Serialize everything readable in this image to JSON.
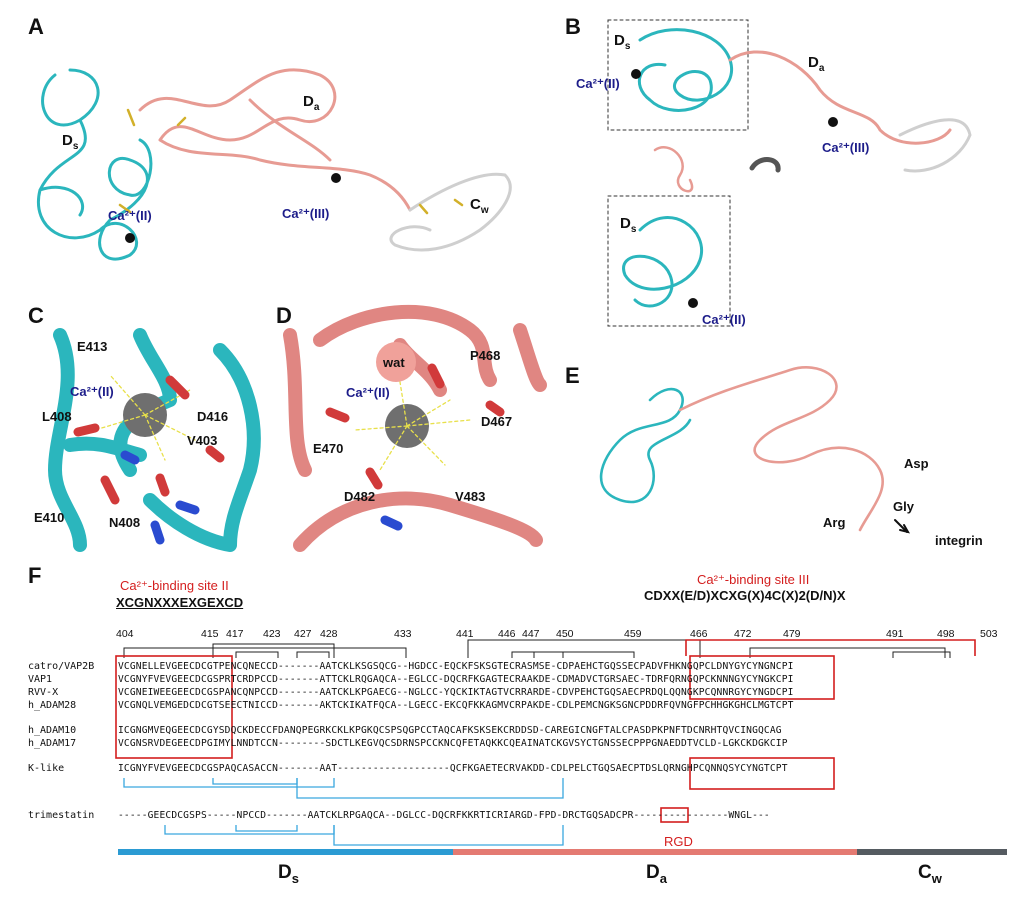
{
  "panels": {
    "A": {
      "letter": "A",
      "Ds": "D",
      "Ds_sub": "s",
      "Da": "D",
      "Da_sub": "a",
      "Cw": "C",
      "Cw_sub": "w",
      "ca2": "Ca²⁺(II)",
      "ca3": "Ca²⁺(III)"
    },
    "B": {
      "letter": "B",
      "Ds": "D",
      "Ds_sub": "s",
      "Da": "D",
      "Da_sub": "a",
      "Ds2": "D",
      "Ds2_sub": "s",
      "ca2": "Ca²⁺(II)",
      "ca3": "Ca²⁺(III)",
      "ca2b": "Ca²⁺(II)"
    },
    "C": {
      "letter": "C",
      "ca2": "Ca²⁺(II)",
      "residues": [
        "E413",
        "L408",
        "D416",
        "V403",
        "E410",
        "N408"
      ]
    },
    "D": {
      "letter": "D",
      "wat": "wat",
      "ca2": "Ca²⁺(II)",
      "residues": [
        "P468",
        "D467",
        "E470",
        "D482",
        "V483"
      ]
    },
    "E": {
      "letter": "E",
      "asp": "Asp",
      "gly": "Gly",
      "arg": "Arg",
      "integrin": "integrin"
    },
    "F": {
      "letter": "F",
      "site2_title": "Ca²⁺-binding site II",
      "site2_motif": "XCGNXXXEXGEXCD",
      "site3_title": "Ca²⁺-binding site III",
      "site3_motif": "CDXX(E/D)XCXG(X)4C(X)2(D/N)X",
      "positions": [
        "404",
        "415",
        "417",
        "423",
        "427",
        "428",
        "433",
        "441",
        "446",
        "447",
        "450",
        "459",
        "466",
        "472",
        "479",
        "491",
        "498",
        "503"
      ],
      "sequences": [
        {
          "name": "catro/VAP2B",
          "seq": "VCGNELLEVGEECDCGTPENCQNECCD-------AATCKLKSGSQCG--HGDCC-EQCKFSKSGTECRASMSE-CDPAEHCTGQSSECPADVFHKNGQPCLDNYGYCYNGNCPI"
        },
        {
          "name": "VAP1",
          "seq": "VCGNYFVEVGEECDCGSPRTCRDPCCD-------ATTCKLRQGAQCA--EGLCC-DQCRFKGAGTECRAAKDE-CDMADVCTGRSAEC-TDRFQRNGQPCKNNNGYCYNGKCPI"
        },
        {
          "name": "RVV-X",
          "seq": "VCGNEIWEEGEECDCGSPANCQNPCCD-------AATCKLKPGAECG--NGLCC-YQCKIKTAGTVCRRARDE-CDVPEHCTGQSAECPRDQLQQNGKPCQNNRGYCYNGDCPI"
        },
        {
          "name": "h_ADAM28",
          "seq": "VCGNQLVEMGEDCDCGTSEECTNICCD-------AKTCKIKATFQCA--LGECC-EKCQFKKAGMVCRPAKDE-CDLPEMCNGKSGNCPDDRFQVNGFPCHHGKGHCLMGTCPT"
        },
        {
          "name": "h_ADAM10",
          "seq": "ICGNGMVEQGEECDCGYSDQCKDECCFDANQPEGRKCKLKPGKQCSPSQGPCCTAQCAFKSKSEKCRDDSD-CAREGICNGFTALCPASDPKPNFTDCNRHTQVCINGQCAG"
        },
        {
          "name": "h_ADAM17",
          "seq": "VCGNSRVDEGEECDPGIMYLNNDTCCN--------SDCTLKEGVQCSDRNSPCCKNCQFETAQKKCQEAINATCKGVSYCTGNSSECPPPGNAEDDTVCLD-LGKCKDGKCIP"
        },
        {
          "name": "K-like",
          "seq": "ICGNYFVEVGEECDCGSPAQCASACCN-------AAT-------------------QCFKGAETECRVAKDD-CDLPELCTGQSAECPTDSLQRNGHPCQNNQSYCYNGTCPT"
        },
        {
          "name": "trimestatin",
          "seq": "-----GEECDCGSPS-----NPCCD-------AATCKLRPGAQCA--DGLCC-DQCRFKKRTICRIARGD-FPD-DRCTGQSADCPR----------------WNGL---"
        }
      ],
      "rgd": "RGD",
      "domains": [
        {
          "label": "D",
          "sub": "s",
          "color": "#2b9bd3"
        },
        {
          "label": "D",
          "sub": "a",
          "color": "#e47a72"
        },
        {
          "label": "C",
          "sub": "w",
          "color": "#555b61"
        }
      ]
    }
  }
}
